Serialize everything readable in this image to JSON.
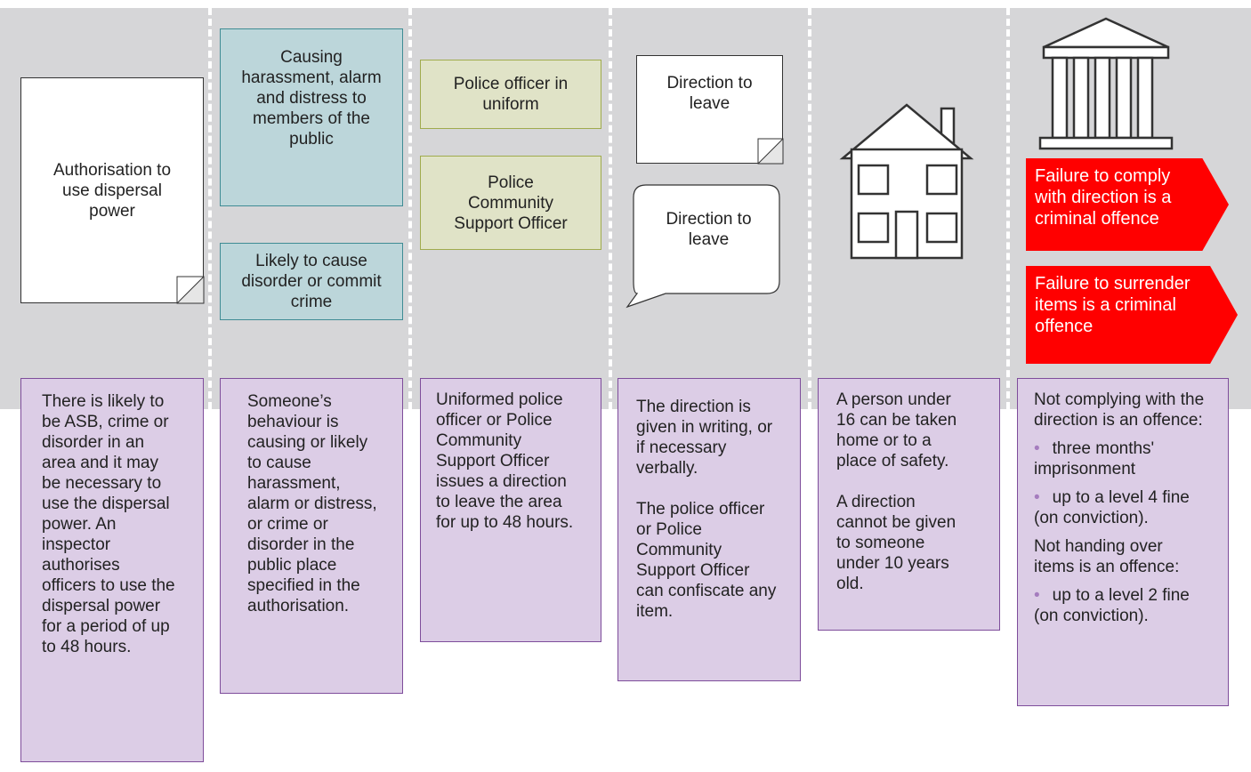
{
  "authorisation": "Authorisation to use dispersal power",
  "grounds": {
    "causing": "Causing harassment, alarm and distress to members of the public",
    "likely": "Likely to cause disorder or commit crime"
  },
  "officers": {
    "uniform": "Police officer in uniform",
    "pcso": "Police Community Support Officer"
  },
  "directions": {
    "written": "Direction to leave",
    "verbal": "Direction to leave"
  },
  "offences": {
    "comply": "Failure to comply with direction is a criminal offence",
    "surrender": "Failure to surrender items is a criminal offence"
  },
  "notes": {
    "col1": "There is likely to be ASB, crime or disorder in an area and it may be necessary to use the dispersal power. An inspector authorises officers to use the dispersal power for a period of up to 48 hours.",
    "col2": "Someone’s behaviour is causing or likely to cause harassment, alarm or distress, or crime or disorder in the public place specified in the authorisation.",
    "col3": "Uniformed police officer or Police Community Support Officer issues a direction to leave the area for up to 48 hours.",
    "col4_p1": "The direction is given in writing, or if necessary verbally.",
    "col4_p2": "The police officer or Police Community Support Officer can confiscate any item.",
    "col5_p1": "A person under 16 can be taken home or to a place of safety.",
    "col5_p2": "A direction cannot be given to someone under 10 years old.",
    "col6_intro1": "Not complying with the direction is an offence:",
    "col6_b1": "three months' imprisonment",
    "col6_b2": "up to a level 4 fine (on conviction).",
    "col6_intro2": "Not handing over items is an offence:",
    "col6_b3": "up to a level 2 fine (on conviction)."
  },
  "icons": [
    "house-icon",
    "courthouse-icon",
    "page-fold-icon",
    "speech-bubble-icon"
  ],
  "colors": {
    "band": "#d6d6d8",
    "teal": "#bcd6da",
    "olive": "#e0e3c7",
    "lilac": "#dccde6",
    "red": "#ff0000"
  }
}
